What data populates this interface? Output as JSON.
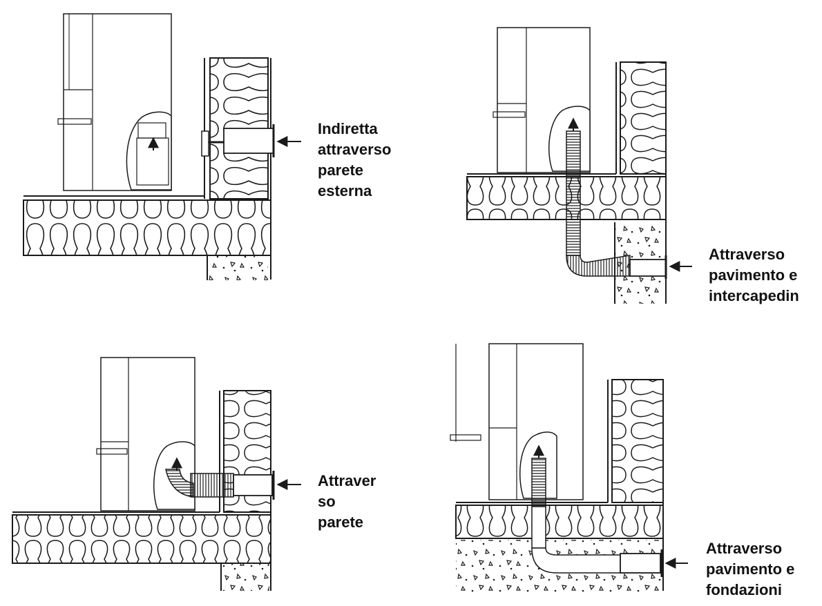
{
  "panels": [
    {
      "id": "tl",
      "label_lines": [
        "Indiretta",
        "attraverso",
        "parete",
        "esterna"
      ]
    },
    {
      "id": "tr",
      "label_lines": [
        "Attraverso",
        "pavimento e",
        "intercapedin"
      ]
    },
    {
      "id": "bl",
      "label_lines": [
        "Attraver",
        "so",
        "parete"
      ]
    },
    {
      "id": "br",
      "label_lines": [
        "Attraverso",
        "pavimento e",
        "fondazioni"
      ]
    }
  ],
  "colors": {
    "line": "#1a1a1a",
    "background": "#ffffff",
    "text": "#111111"
  }
}
